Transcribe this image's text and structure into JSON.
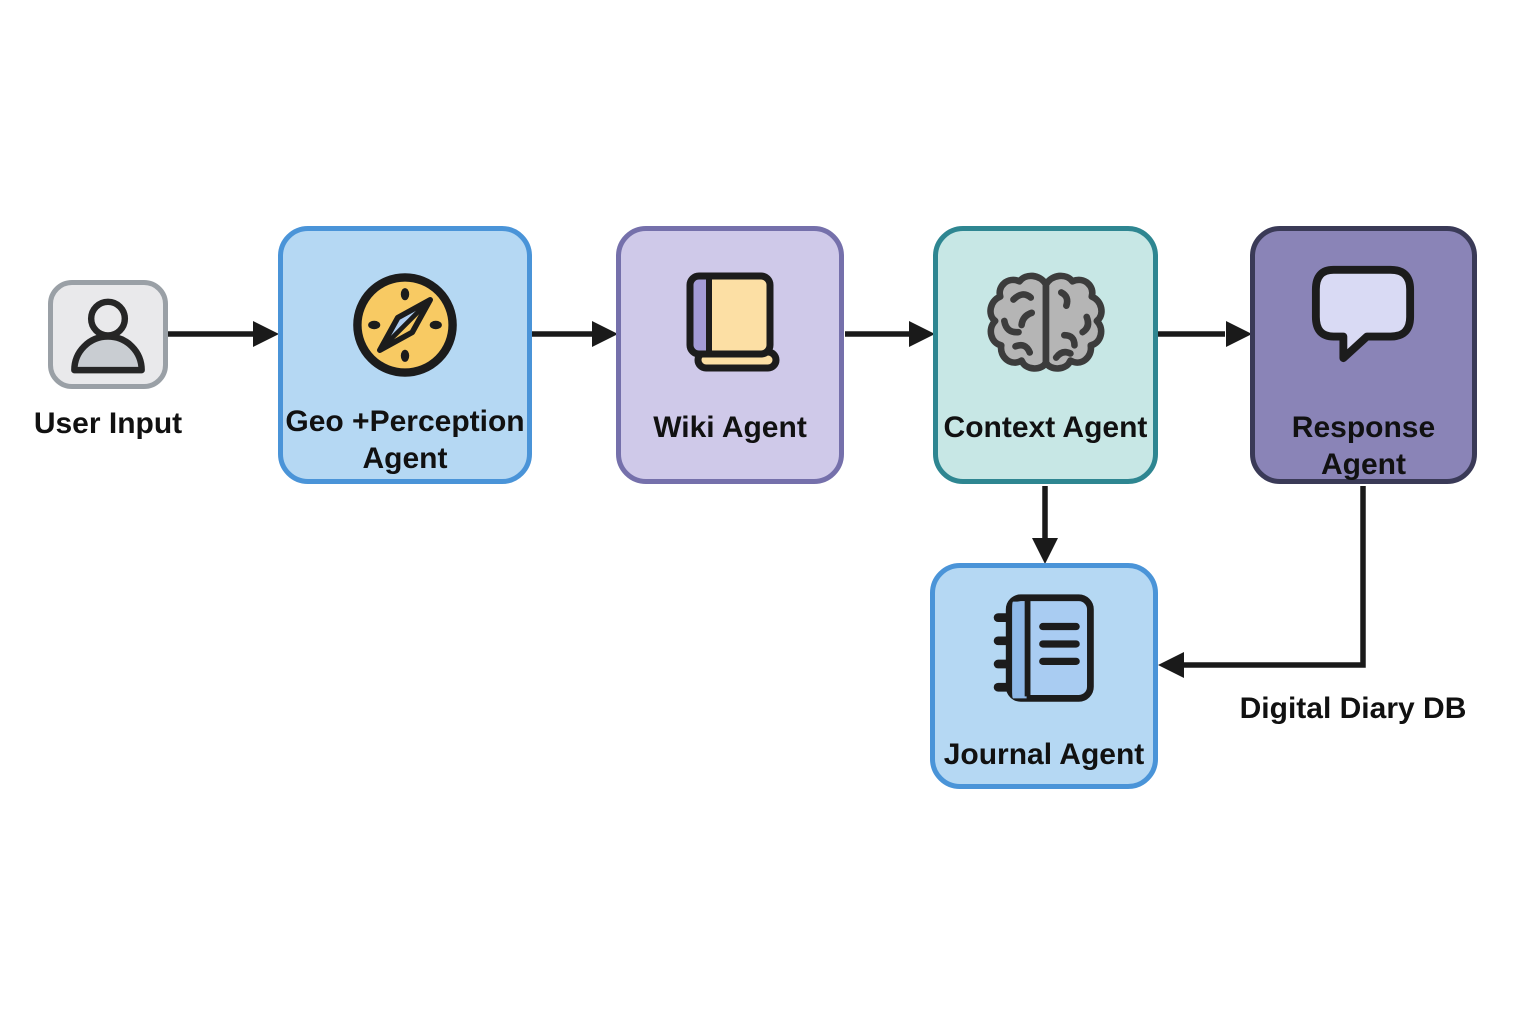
{
  "diagram": {
    "type": "flowchart",
    "background": "white"
  },
  "nodes": {
    "user_input": {
      "label": "User Input",
      "icon": "person-icon"
    },
    "geo_perception_agent": {
      "label": "Geo +Perception\nAgent",
      "icon": "compass-icon"
    },
    "wiki_agent": {
      "label": "Wiki Agent",
      "icon": "book-icon"
    },
    "context_agent": {
      "label": "Context Agent",
      "icon": "brain-icon"
    },
    "response_agent": {
      "label": "Response Agent",
      "icon": "speech-bubble-icon"
    },
    "journal_agent": {
      "label": "Journal Agent",
      "icon": "notebook-icon"
    }
  },
  "edges": [
    {
      "from": "User Input",
      "to": "Geo +Perception Agent"
    },
    {
      "from": "Geo +Perception Agent",
      "to": "Wiki Agent"
    },
    {
      "from": "Wiki Agent",
      "to": "Context Agent"
    },
    {
      "from": "Context Agent",
      "to": "Response Agent"
    },
    {
      "from": "Context Agent",
      "to": "Journal Agent"
    },
    {
      "from": "Response Agent",
      "to": "Journal Agent",
      "label": "Digital Diary DB"
    }
  ],
  "colors": {
    "canvas_bg": "#ffffff",
    "text": "#111111",
    "arrow": "#1a1a1a",
    "user_fill": "#e9e9eb",
    "user_border": "#9aa0a6",
    "user_glyph": "#262626",
    "user_glyph_fill": "#c9cdd2",
    "blue_fill": "#b5d8f3",
    "blue_border": "#4a94d8",
    "lavender_fill": "#cfc9e9",
    "lavender_border": "#7570ab",
    "teal_fill": "#c7e7e5",
    "teal_border": "#2e8691",
    "purple_fill": "#8a84b7",
    "purple_border": "#3a3a57",
    "icon_outline": "#1c1c1c",
    "compass_face": "#f8ca63",
    "compass_needle": "#aecdf1",
    "book_page": "#fcdfa4",
    "book_spine": "#a39bd6",
    "brain_fill": "#b5b5b5",
    "brain_outline": "#3c3c3c",
    "bubble_fill": "#d9daf4",
    "notebook_page": "#a9ccf2",
    "notebook_spine": "#8fb9e9"
  }
}
